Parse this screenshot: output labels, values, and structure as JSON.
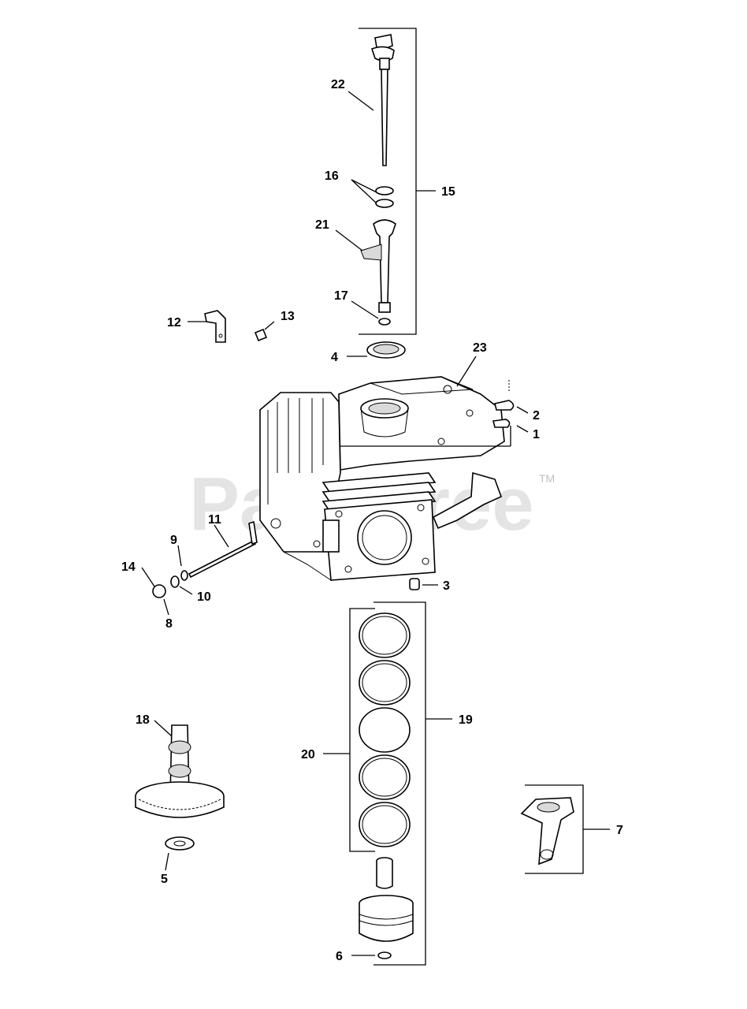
{
  "watermark": {
    "text": "PartsTree",
    "trademark": "TM"
  },
  "callouts": [
    {
      "id": "c1",
      "text": "1"
    },
    {
      "id": "c2",
      "text": "2"
    },
    {
      "id": "c3",
      "text": "3"
    },
    {
      "id": "c4",
      "text": "4"
    },
    {
      "id": "c5",
      "text": "5"
    },
    {
      "id": "c6",
      "text": "6"
    },
    {
      "id": "c7",
      "text": "7"
    },
    {
      "id": "c8",
      "text": "8"
    },
    {
      "id": "c9",
      "text": "9"
    },
    {
      "id": "c10",
      "text": "10"
    },
    {
      "id": "c11",
      "text": "11"
    },
    {
      "id": "c12",
      "text": "12"
    },
    {
      "id": "c13",
      "text": "13"
    },
    {
      "id": "c14",
      "text": "14"
    },
    {
      "id": "c15",
      "text": "15"
    },
    {
      "id": "c16",
      "text": "16"
    },
    {
      "id": "c17",
      "text": "17"
    },
    {
      "id": "c18",
      "text": "18"
    },
    {
      "id": "c19",
      "text": "19"
    },
    {
      "id": "c20",
      "text": "20"
    },
    {
      "id": "c21",
      "text": "21"
    },
    {
      "id": "c22",
      "text": "22"
    },
    {
      "id": "c23",
      "text": "23"
    }
  ]
}
